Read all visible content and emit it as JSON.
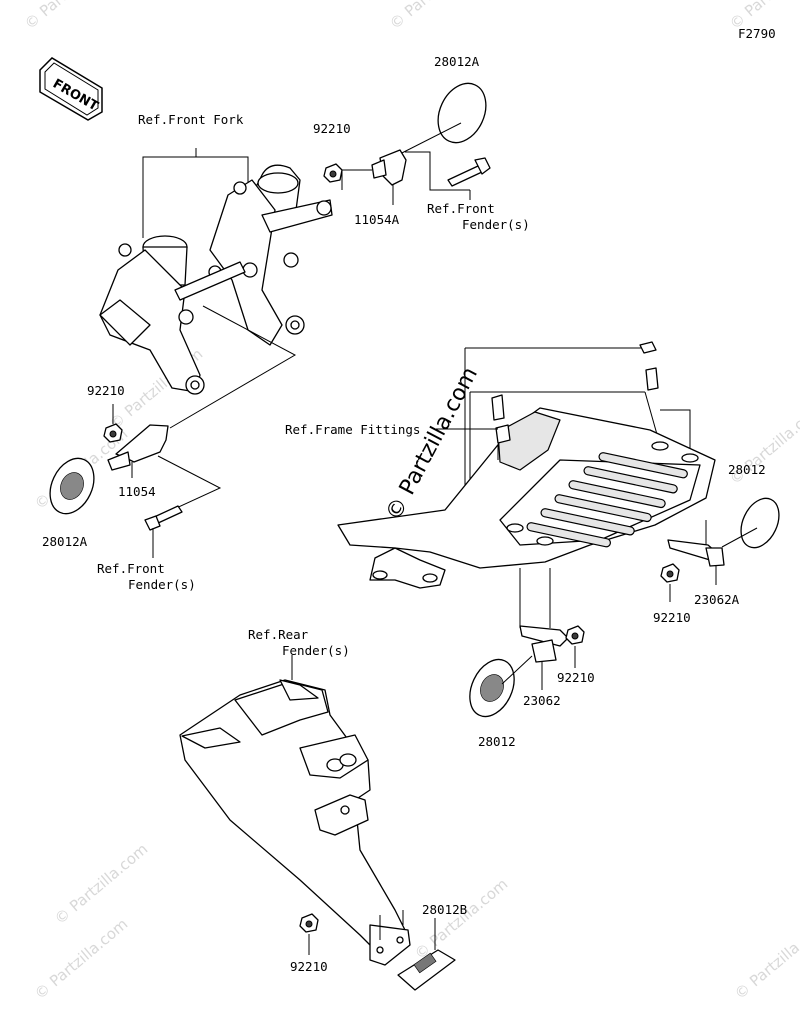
{
  "figure_code": "F2790",
  "front_badge": "FRONT",
  "watermark": "© Partzilla.com",
  "labels": {
    "p28012A_top": "28012A",
    "p92210_top": "92210",
    "p11054A": "11054A",
    "ref_front_fork": "Ref.Front Fork",
    "ref_front_fender_top_1": "Ref.Front",
    "ref_front_fender_top_2": "Fender(s)",
    "p92210_left": "92210",
    "p11054": "11054",
    "p28012A_left": "28012A",
    "ref_front_fender_left_1": "Ref.Front",
    "ref_front_fender_left_2": "Fender(s)",
    "ref_frame_fittings": "Ref.Frame Fittings",
    "p28012_right": "28012",
    "p23062A": "23062A",
    "p92210_right": "92210",
    "p92210_mid": "92210",
    "p23062": "23062",
    "p28012_mid": "28012",
    "ref_rear_fender_1": "Ref.Rear",
    "ref_rear_fender_2": "Fender(s)",
    "p28012B": "28012B",
    "p92210_bottom": "92210"
  }
}
